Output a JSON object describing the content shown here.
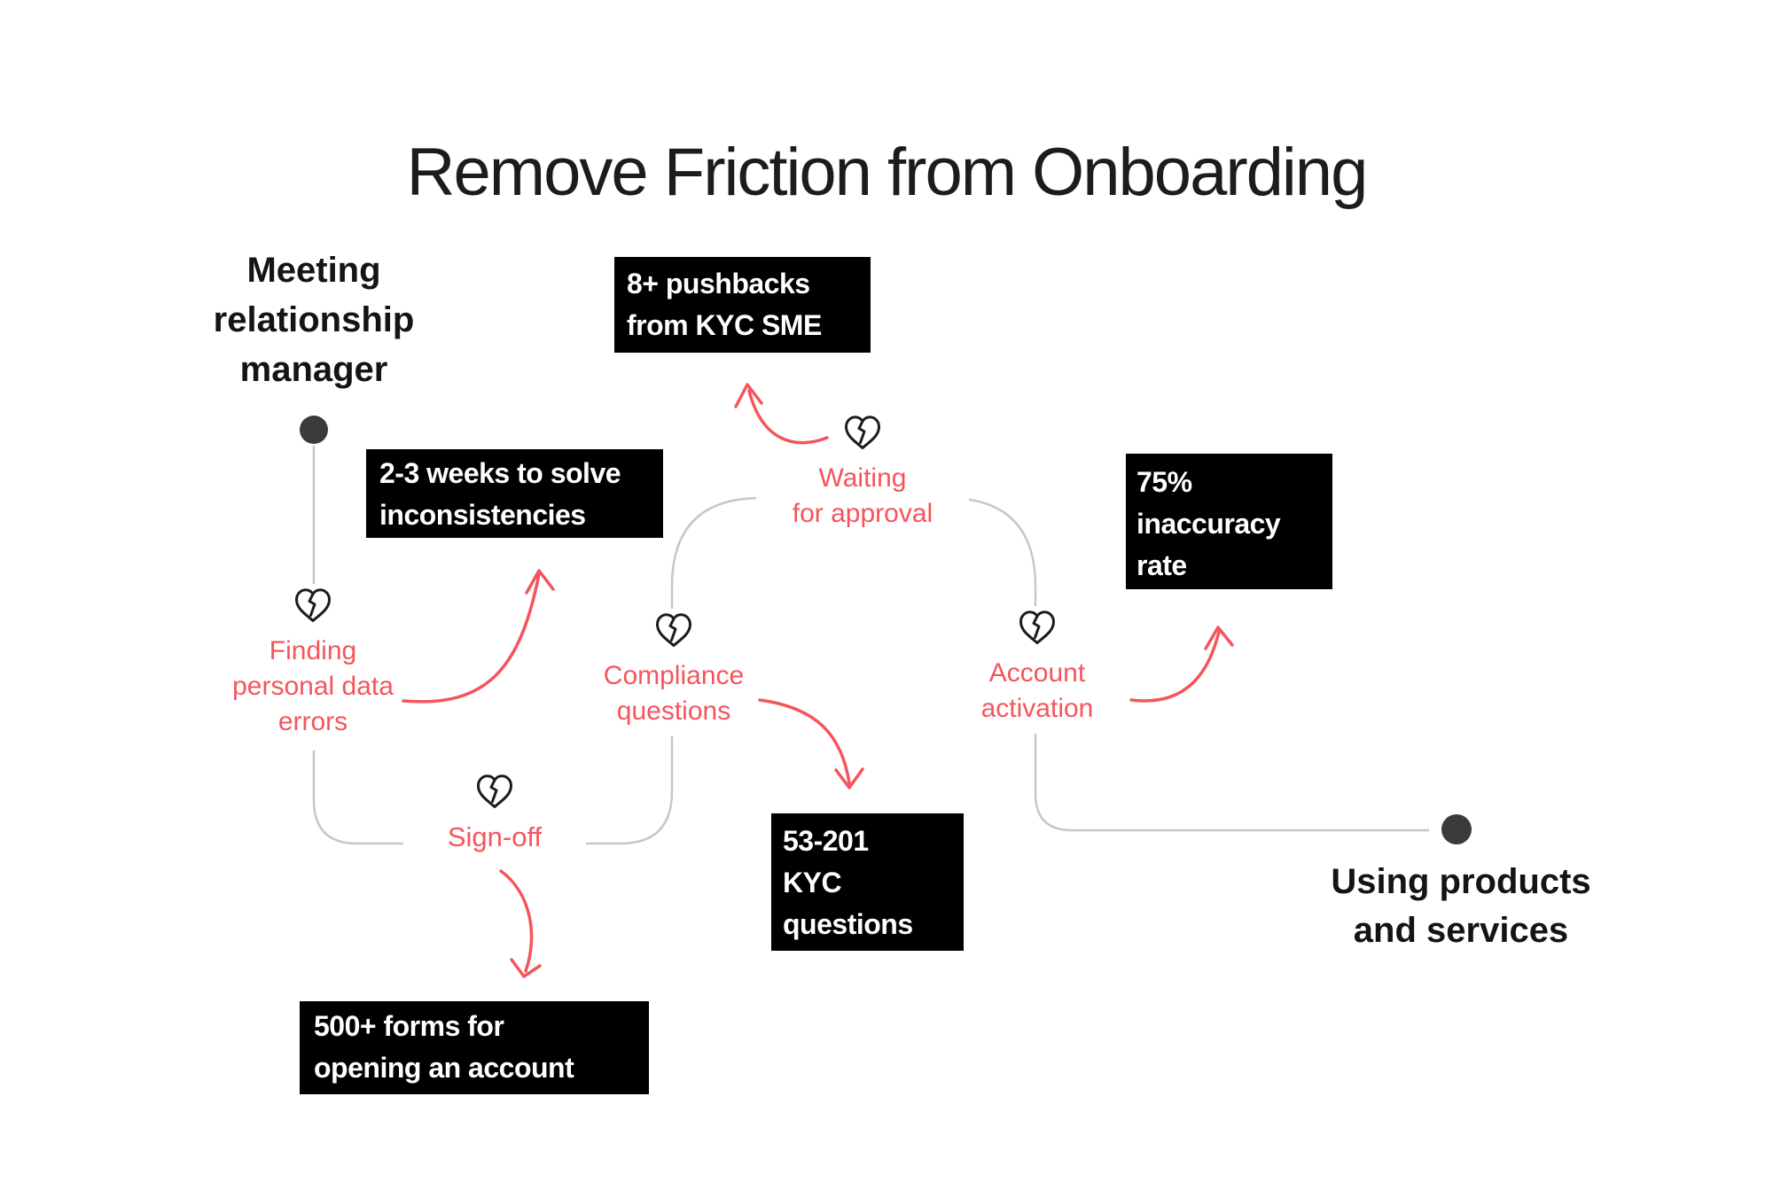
{
  "title": "Remove Friction from Onboarding",
  "colors": {
    "accent_red": "#f4555c",
    "path_gray": "#c7c7c7",
    "dot_dark": "#3b3b3b",
    "callout_bg": "#000000",
    "callout_text": "#ffffff",
    "heading_text": "#1c1c1c"
  },
  "journey": {
    "start_label": "Meeting\nrelationship\nmanager",
    "end_label": "Using products\nand services",
    "start_marker": "journey-point-dot",
    "end_marker": "journey-point-dot",
    "stages": [
      {
        "id": "finding-errors",
        "icon": "broken-heart-icon",
        "label": "Finding\npersonal data\nerrors"
      },
      {
        "id": "sign-off",
        "icon": "broken-heart-icon",
        "label": "Sign-off"
      },
      {
        "id": "compliance-questions",
        "icon": "broken-heart-icon",
        "label": "Compliance\nquestions"
      },
      {
        "id": "waiting-approval",
        "icon": "broken-heart-icon",
        "label": "Waiting\nfor approval"
      },
      {
        "id": "account-activation",
        "icon": "broken-heart-icon",
        "label": "Account\nactivation"
      }
    ],
    "callouts": [
      {
        "id": "weeks-to-solve",
        "text": "2-3 weeks to solve\ninconsistencies"
      },
      {
        "id": "pushbacks",
        "text": "8+ pushbacks\nfrom KYC SME"
      },
      {
        "id": "inaccuracy-rate",
        "text": "75%\ninaccuracy\nrate"
      },
      {
        "id": "kyc-questions",
        "text": "53-201\nKYC\nquestions"
      },
      {
        "id": "forms",
        "text": "500+ forms for\nopening an account"
      }
    ]
  }
}
